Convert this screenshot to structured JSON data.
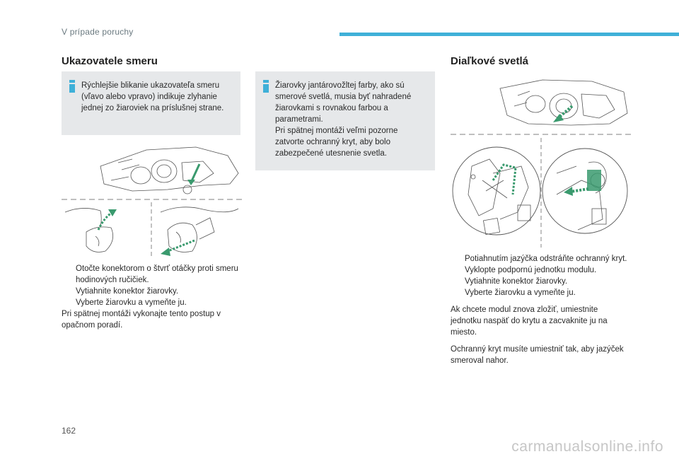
{
  "header": {
    "section": "V prípade poruchy"
  },
  "left": {
    "title": "Ukazovatele smeru",
    "info": "Rýchlejšie blikanie ukazovateľa smeru (vľavo alebo vpravo) indikuje zlyhanie jednej zo žiaroviek na príslušnej strane.",
    "steps": [
      "Otočte konektorom o štvrť otáčky proti smeru hodinových ručičiek.",
      "Vytiahnite konektor žiarovky.",
      "Vyberte žiarovku a vymeňte ju."
    ],
    "note": "Pri spätnej montáži vykonajte tento postup v opačnom poradí."
  },
  "middle": {
    "info_lines": [
      "Žiarovky jantárovožltej farby, ako sú smerové svetlá, musia byť nahradené žiarovkami s rovnakou farbou a parametrami.",
      "Pri spätnej montáži veľmi pozorne zatvorte ochranný kryt, aby bolo zabezpečené utesnenie svetla."
    ]
  },
  "right": {
    "title": "Diaľkové svetlá",
    "steps": [
      "Potiahnutím jazýčka odstráňte ochranný kryt.",
      "Vyklopte podpornú jednotku modulu.",
      "Vytiahnite konektor žiarovky.",
      "Vyberte žiarovku a vymeňte ju."
    ],
    "para1": "Ak chcete modul znova zložiť, umiestnite jednotku naspäť do krytu a zacvaknite ju na miesto.",
    "para2": "Ochranný kryt musíte umiestniť tak, aby jazýček smeroval nahor."
  },
  "bullet_symbol": "",
  "page_number": "162",
  "watermark": "carmanualsonline.info",
  "colors": {
    "accent": "#3fb0d8",
    "box": "#e6e8ea",
    "arrow": "#3a9a6e"
  }
}
